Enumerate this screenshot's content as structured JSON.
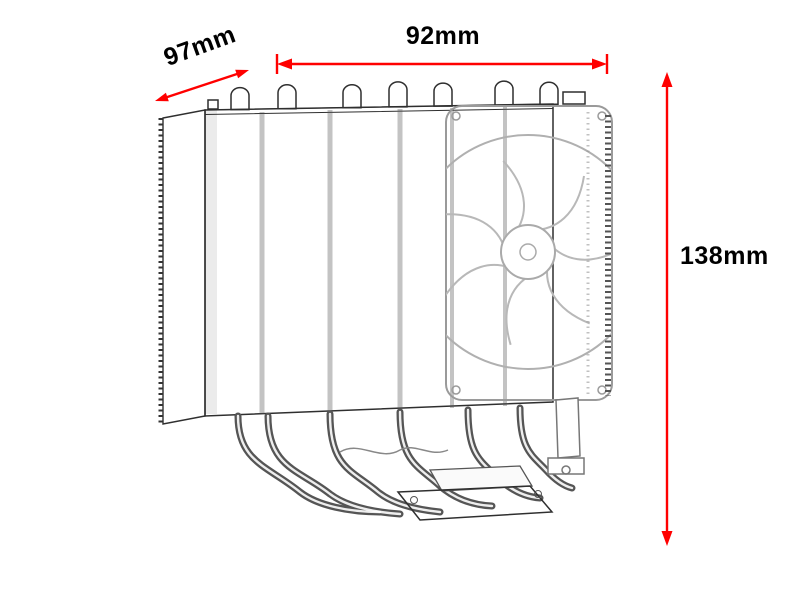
{
  "alt": "Technical line drawing of a tower CPU cooler with heat pipes and side fan, annotated with dimensions",
  "annotations": {
    "depth": "97mm",
    "width": "92mm",
    "height": "138mm"
  },
  "colors": {
    "arrow": "#ff0000",
    "ink": "#2f2f2f",
    "sketch": "#9a9a9a"
  }
}
